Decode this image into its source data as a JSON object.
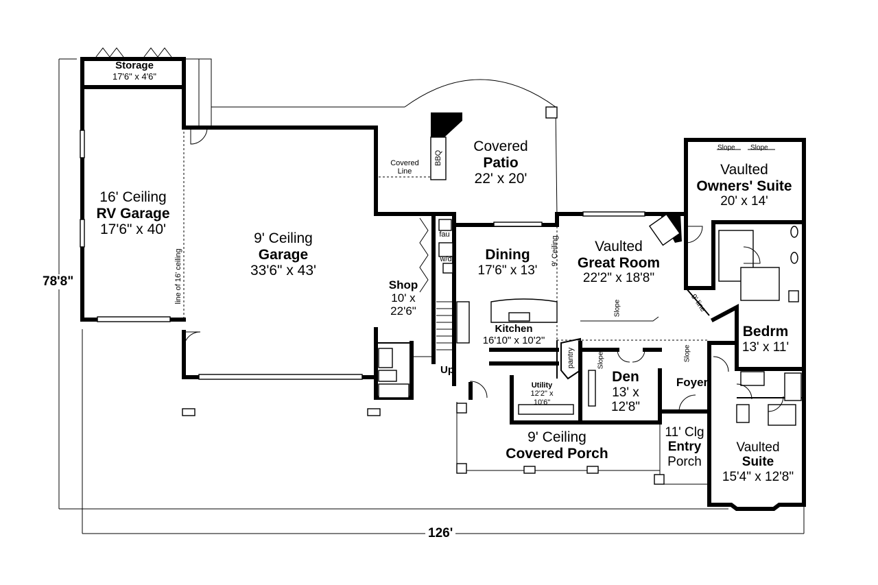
{
  "plan": {
    "overall_width": "126'",
    "overall_depth": "78'8\"",
    "rooms": {
      "storage": {
        "name": "Storage",
        "dims": "17'6\" x 4'6\""
      },
      "rv_garage": {
        "ceiling": "16' Ceiling",
        "name": "RV Garage",
        "dims": "17'6\" x 40'"
      },
      "garage": {
        "ceiling": "9' Ceiling",
        "name": "Garage",
        "dims": "33'6\" x 43'"
      },
      "patio": {
        "prefix": "Covered",
        "name": "Patio",
        "dims": "22' x 20'"
      },
      "shop": {
        "name": "Shop",
        "dims1": "10' x",
        "dims2": "22'6\""
      },
      "dining": {
        "name": "Dining",
        "dims": "17'6\" x 13'"
      },
      "great_room": {
        "prefix": "Vaulted",
        "name": "Great Room",
        "dims": "22'2\" x 18'8\""
      },
      "owners_suite": {
        "prefix": "Vaulted",
        "name": "Owners' Suite",
        "dims": "20' x 14'"
      },
      "bedrm": {
        "name": "Bedrm",
        "dims": "13' x 11'"
      },
      "kitchen": {
        "name": "Kitchen",
        "dims": "16'10\" x 10'2\""
      },
      "utility": {
        "name": "Utility",
        "dims1": "12'2\" x",
        "dims2": "10'6\""
      },
      "den": {
        "name": "Den",
        "dims1": "13' x",
        "dims2": "12'8\""
      },
      "foyer": {
        "name": "Foyer"
      },
      "covered_porch": {
        "ceiling": "9' Ceiling",
        "name": "Covered Porch"
      },
      "entry_porch": {
        "ceiling": "11' Clg",
        "name": "Entry",
        "suffix": "Porch"
      },
      "vaulted_suite": {
        "prefix": "Vaulted",
        "name": "Suite",
        "dims": "15'4\" x 12'8\""
      }
    },
    "notes": {
      "covered_line1": "Covered",
      "covered_line2": "Line",
      "bbq": "BBQ",
      "line_16_ceiling": "line of 16' ceiling",
      "nine_ceiling": "9' Ceiling",
      "nine_line": "9' line",
      "slope": "Slope",
      "fau": "fau",
      "wd": "w/d",
      "pantry": "pantry",
      "up": "Up"
    }
  }
}
